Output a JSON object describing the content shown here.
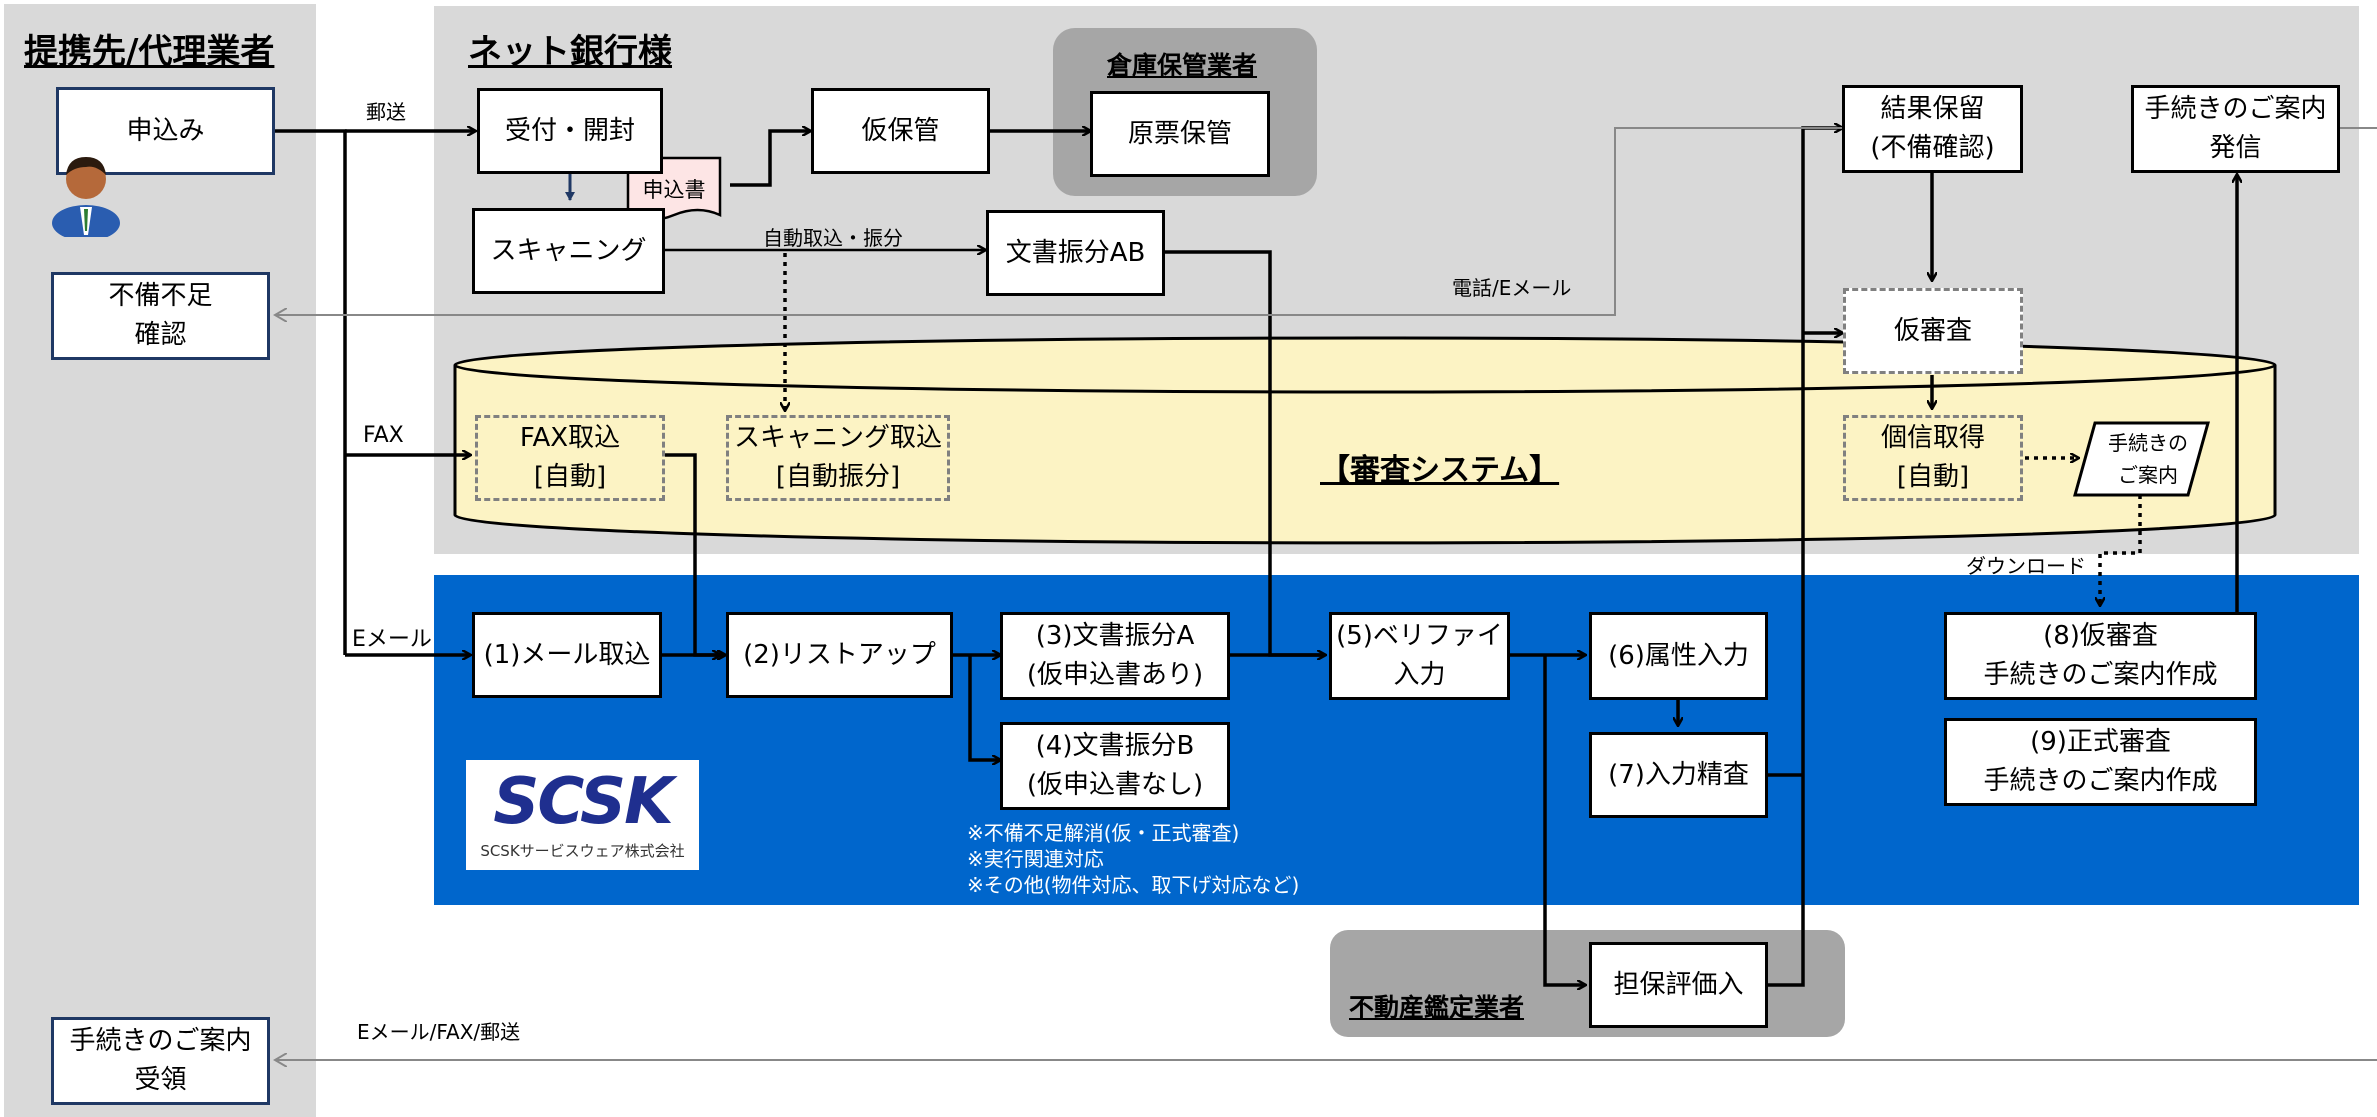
{
  "headers": {
    "partner": "提携先/代理業者",
    "bank": "ネット銀行様",
    "warehouse": "倉庫保管業者",
    "appraiser": "不動産鑑定業者",
    "system": "【審査システム】"
  },
  "partner_boxes": {
    "apply": "申込み",
    "deficiency_1": "不備不足",
    "deficiency_2": "確認",
    "receive_1": "手続きのご案内",
    "receive_2": "受領"
  },
  "bank_boxes": {
    "reception": "受付・開封",
    "application_doc": "申込書",
    "temp_storage": "仮保管",
    "original_storage": "原票保管",
    "scanning": "スキャニング",
    "doc_sort_ab": "文書振分AB",
    "result_hold_1": "結果保留",
    "result_hold_2": "(不備確認)",
    "guide_send_1": "手続きのご案内",
    "guide_send_2": "発信"
  },
  "system_boxes": {
    "fax_1": "FAX取込",
    "fax_2": "[自動]",
    "scan_1": "スキャニング取込",
    "scan_2": "[自動振分]",
    "prescreen": "仮審査",
    "credit_1": "個信取得",
    "credit_2": "[自動]",
    "guide_1": "手続きの",
    "guide_2": "ご案内"
  },
  "scsk_boxes": {
    "mail": "(1)メール取込",
    "listup": "(2)リストアップ",
    "sort_a_1": "(3)文書振分A",
    "sort_a_2": "(仮申込書あり)",
    "sort_b_1": "(4)文書振分B",
    "sort_b_2": "(仮申込書なし)",
    "verify_1": "(5)ベリファイ",
    "verify_2": "入力",
    "attr": "(6)属性入力",
    "check": "(7)入力精査",
    "pre_guide_1": "(8)仮審査",
    "pre_guide_2": "手続きのご案内作成",
    "formal_guide_1": "(9)正式審査",
    "formal_guide_2": "手続きのご案内作成",
    "collateral": "担保評価入"
  },
  "labels": {
    "mail": "郵送",
    "fax": "FAX",
    "email": "Eメール",
    "auto_sort": "自動取込・振分",
    "phone": "電話/Eメール",
    "download": "ダウンロード",
    "send": "Eメール/FAX/郵送"
  },
  "notes": [
    "※不備不足解消(仮・正式審査)",
    "※実行関連対応",
    "※その他(物件対応、取下げ対応など)"
  ],
  "logo": {
    "word": "SCSK",
    "sub": "SCSKサービスウェア株式会社"
  },
  "colors": {
    "panel_gray": "#d9d9d9",
    "system_fill": "#fcf3c4",
    "scsk_blue": "#0066cc",
    "navy_border": "#1f3864"
  }
}
